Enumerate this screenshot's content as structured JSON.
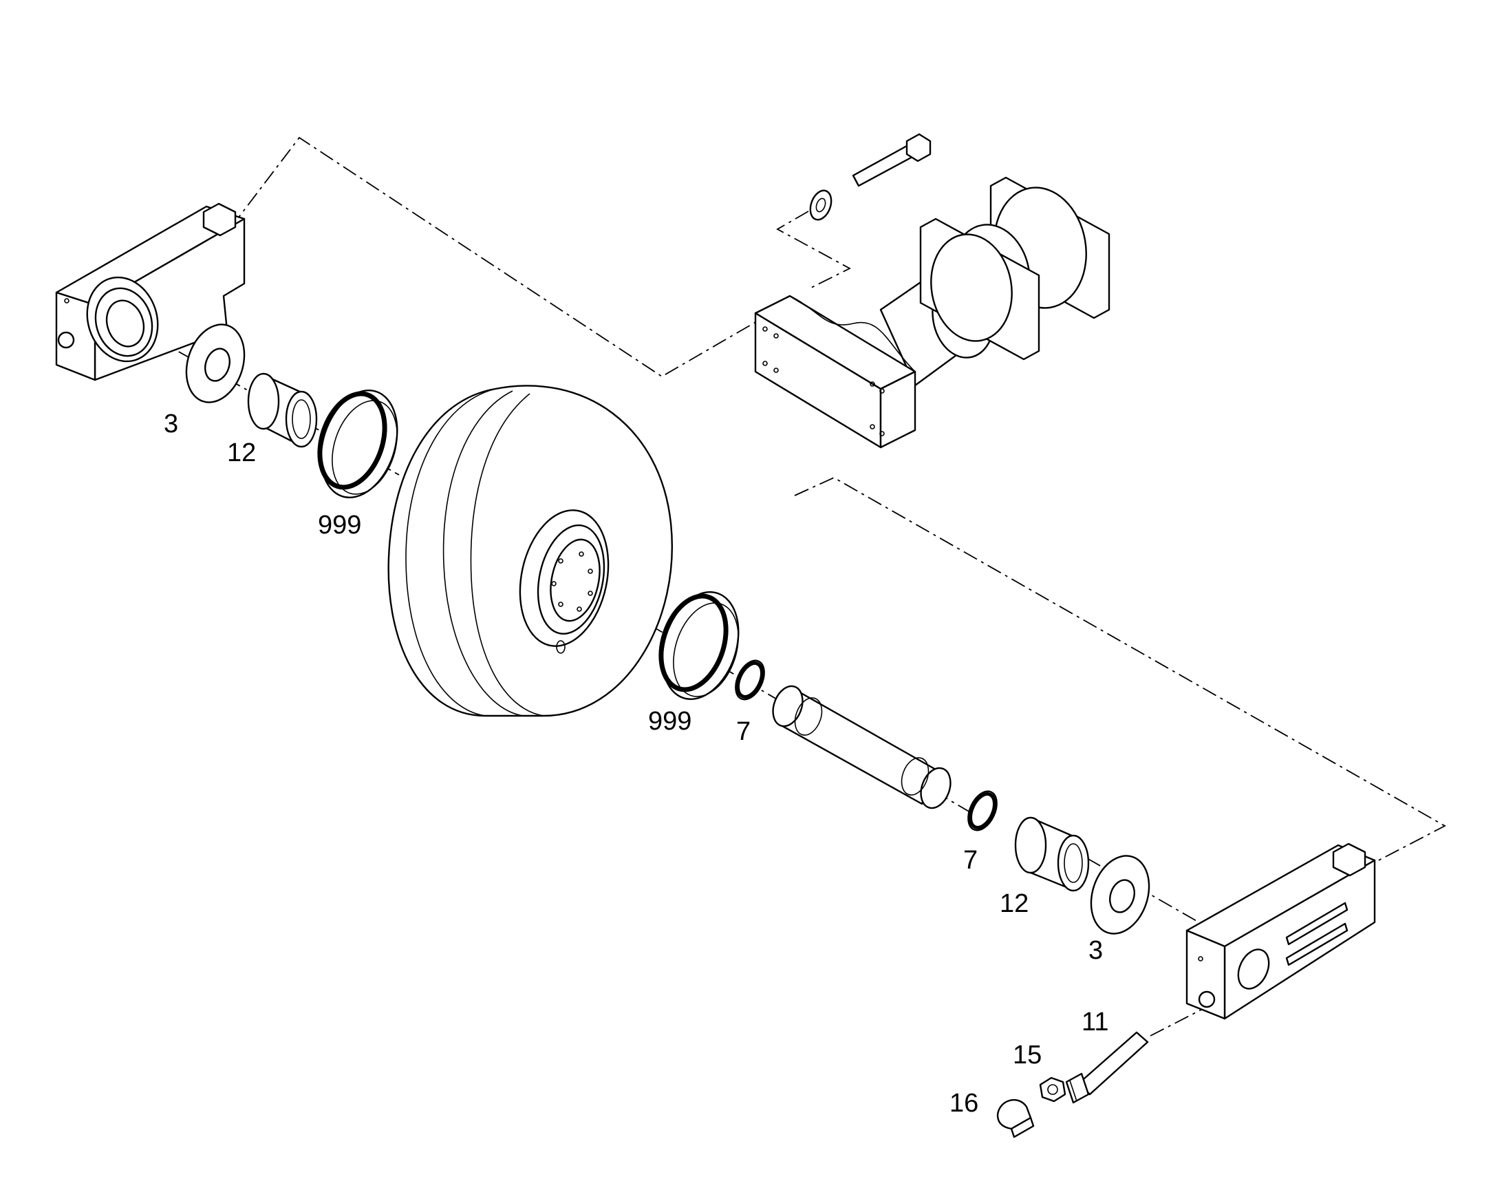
{
  "callouts": {
    "washer_left": "3",
    "bushing_left": "12",
    "seal_left": "999",
    "seal_right": "999",
    "oring_left": "7",
    "oring_right": "7",
    "bushing_right": "12",
    "washer_right": "3",
    "grease_fitting": "11",
    "nut": "15",
    "cap_nut": "16"
  },
  "colors": {
    "line": "#000000",
    "background": "#ffffff"
  }
}
